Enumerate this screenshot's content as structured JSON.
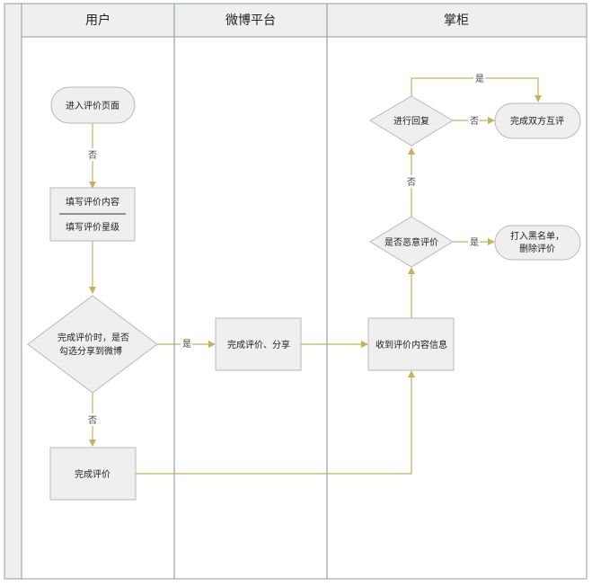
{
  "lanes": [
    {
      "id": "user",
      "title": "用户"
    },
    {
      "id": "platform",
      "title": "微博平台"
    },
    {
      "id": "shop",
      "title": "掌柜"
    }
  ],
  "nodes": {
    "enter_review": {
      "lines": [
        "进入评价页面"
      ],
      "shape": "terminal"
    },
    "fill_review": {
      "lines": [
        "填写评价内容",
        "填写评价星级"
      ],
      "shape": "process-split"
    },
    "decide_share": {
      "lines": [
        "完成评价时，是否",
        "勾选分享到微博"
      ],
      "shape": "decision"
    },
    "finish_review": {
      "lines": [
        "完成评价"
      ],
      "shape": "process"
    },
    "review_share": {
      "lines": [
        "完成评价、分享"
      ],
      "shape": "process"
    },
    "receive_review": {
      "lines": [
        "收到评价内容信息"
      ],
      "shape": "process"
    },
    "is_malicious": {
      "lines": [
        "是否恶意评价"
      ],
      "shape": "decision"
    },
    "blacklist": {
      "lines": [
        "打入黑名单，",
        "删除评价"
      ],
      "shape": "terminal"
    },
    "reply": {
      "lines": [
        "进行回复"
      ],
      "shape": "decision"
    },
    "mutual_review": {
      "lines": [
        "完成双方互评"
      ],
      "shape": "terminal"
    }
  },
  "edge_labels": {
    "enter_to_fill": "否",
    "share_yes": "是",
    "share_no": "否",
    "malicious_yes": "是",
    "malicious_no": "否",
    "reply_yes": "是",
    "reply_no": "否"
  },
  "colors": {
    "edge": "#c9b15a",
    "node_fill": "#efefef",
    "node_stroke": "#b9b9b9",
    "lane_line": "#8fa79b",
    "header_fill": "#efefef",
    "frame_stroke": "#999999"
  }
}
